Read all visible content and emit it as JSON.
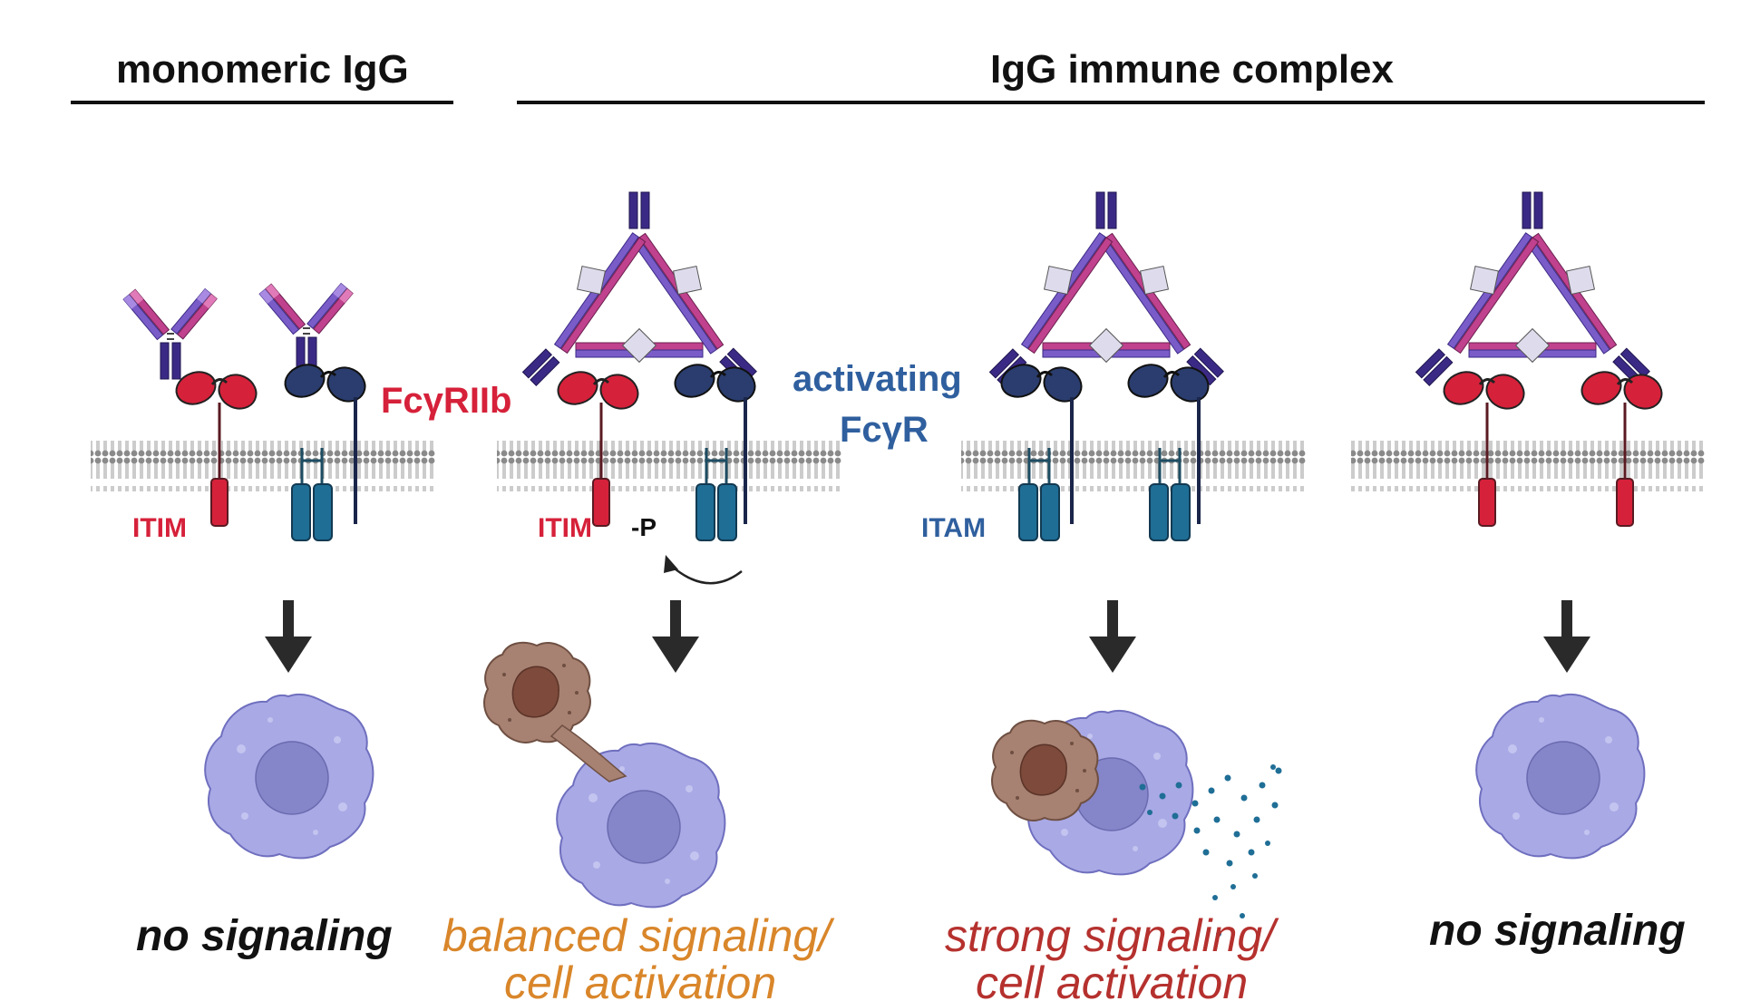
{
  "headers": {
    "monomeric": "monomeric IgG",
    "complex": "IgG immune complex"
  },
  "labels": {
    "fcgr2b": "FcγRIIb",
    "activating_line1": "activating",
    "activating_line2": "FcγR",
    "itim": "ITIM",
    "itam": "ITAM",
    "phospho": "-P"
  },
  "captions": {
    "panel1": "no signaling",
    "panel2_line1": "balanced signaling/",
    "panel2_line2": "cell activation",
    "panel3_line1": "strong signaling/",
    "panel3_line2": "cell activation",
    "panel4": "no signaling"
  },
  "colors": {
    "inhibitory": "#d6213a",
    "activating": "#2a3d6e",
    "itam_chain": "#1f6e96",
    "label_blue": "#2f5f9e",
    "caption_orange": "#d9862a",
    "caption_red": "#b5312e",
    "cell": "#a9a9e6",
    "target_cell": "#a78171",
    "antibody_dark": "#3b2a85",
    "antibody_mid": "#7a5cc9",
    "antibody_pink": "#c0418d"
  }
}
